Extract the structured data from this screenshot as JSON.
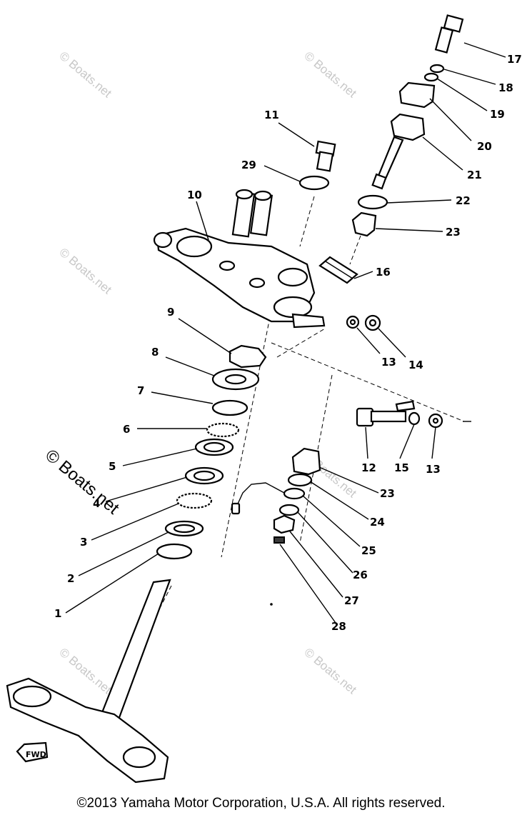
{
  "watermark": "© Boats.net",
  "copyright": "©2013 Yamaha Motor Corporation, U.S.A. All rights reserved.",
  "fwd_label": "FWD",
  "callouts": [
    {
      "id": "17",
      "label": "17"
    },
    {
      "id": "18",
      "label": "18"
    },
    {
      "id": "19",
      "label": "19"
    },
    {
      "id": "20",
      "label": "20"
    },
    {
      "id": "21",
      "label": "21"
    },
    {
      "id": "22",
      "label": "22"
    },
    {
      "id": "23a",
      "label": "23"
    },
    {
      "id": "16",
      "label": "16"
    },
    {
      "id": "11",
      "label": "11"
    },
    {
      "id": "29",
      "label": "29"
    },
    {
      "id": "10",
      "label": "10"
    },
    {
      "id": "9",
      "label": "9"
    },
    {
      "id": "13a",
      "label": "13"
    },
    {
      "id": "14",
      "label": "14"
    },
    {
      "id": "8",
      "label": "8"
    },
    {
      "id": "7",
      "label": "7"
    },
    {
      "id": "6",
      "label": "6"
    },
    {
      "id": "5",
      "label": "5"
    },
    {
      "id": "4",
      "label": "4"
    },
    {
      "id": "3",
      "label": "3"
    },
    {
      "id": "2",
      "label": "2"
    },
    {
      "id": "1",
      "label": "1"
    },
    {
      "id": "12",
      "label": "12"
    },
    {
      "id": "15",
      "label": "15"
    },
    {
      "id": "13b",
      "label": "13"
    },
    {
      "id": "23b",
      "label": "23"
    },
    {
      "id": "24",
      "label": "24"
    },
    {
      "id": "25",
      "label": "25"
    },
    {
      "id": "26",
      "label": "26"
    },
    {
      "id": "27",
      "label": "27"
    },
    {
      "id": "28",
      "label": "28"
    }
  ]
}
